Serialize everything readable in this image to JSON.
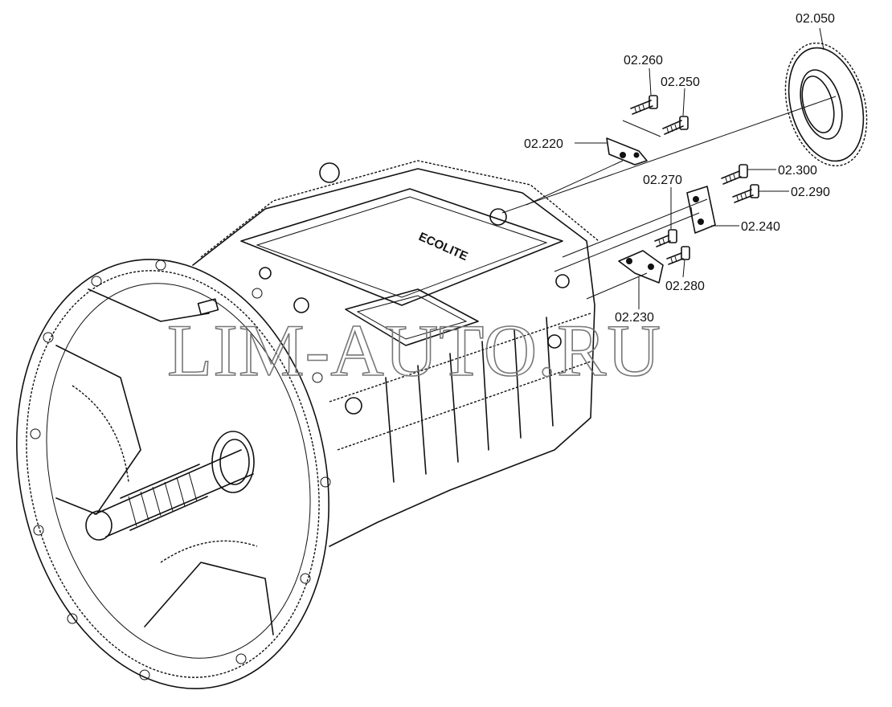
{
  "watermark": "LIM-AUTO.RU",
  "housing_marking": "ECOLITE",
  "callouts": [
    {
      "id": "c-02050",
      "label": "02.050"
    },
    {
      "id": "c-02260",
      "label": "02.260"
    },
    {
      "id": "c-02250",
      "label": "02.250"
    },
    {
      "id": "c-02220",
      "label": "02.220"
    },
    {
      "id": "c-02300",
      "label": "02.300"
    },
    {
      "id": "c-02270",
      "label": "02.270"
    },
    {
      "id": "c-02290",
      "label": "02.290"
    },
    {
      "id": "c-02240",
      "label": "02.240"
    },
    {
      "id": "c-02280",
      "label": "02.280"
    },
    {
      "id": "c-02230",
      "label": "02.230"
    }
  ]
}
